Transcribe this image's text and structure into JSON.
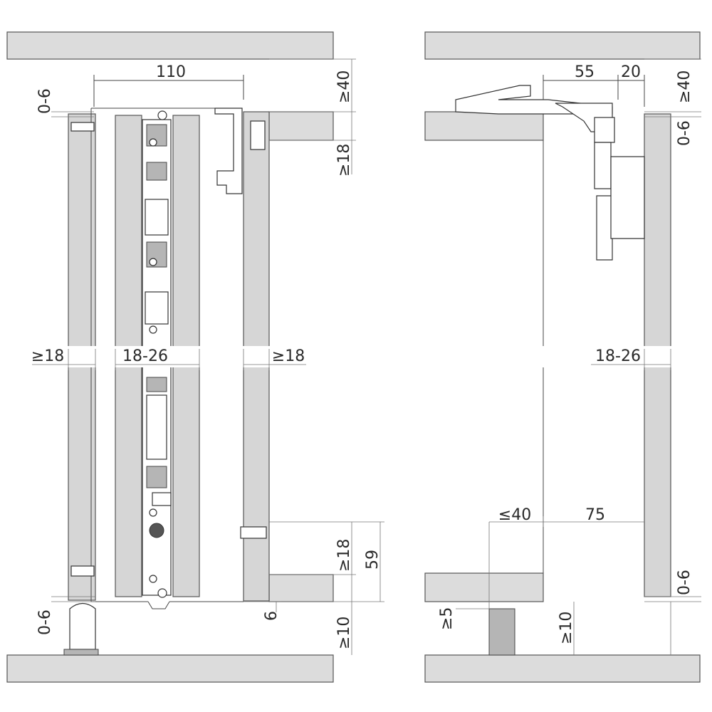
{
  "left_view": {
    "dims": {
      "top_width": "110",
      "top_gap": "0-6",
      "top_clearance": "≥40",
      "top_board": "≥18",
      "left_panel": "≥18",
      "door_thickness": "18-26",
      "right_panel": "≥18",
      "bottom_board": "≥18",
      "bottom_height": "59",
      "bottom_gap": "0-6",
      "bottom_clearance": "≥10",
      "bottom_offset": "6"
    }
  },
  "right_view": {
    "dims": {
      "rail_width": "55",
      "rail_offset": "20",
      "top_clearance": "≥40",
      "top_gap": "0-6",
      "door_thickness": "18-26",
      "bottom_max": "≤40",
      "bottom_width": "75",
      "bottom_gap": "0-6",
      "foot_clearance": "≥5",
      "bottom_clearance": "≥10"
    }
  }
}
